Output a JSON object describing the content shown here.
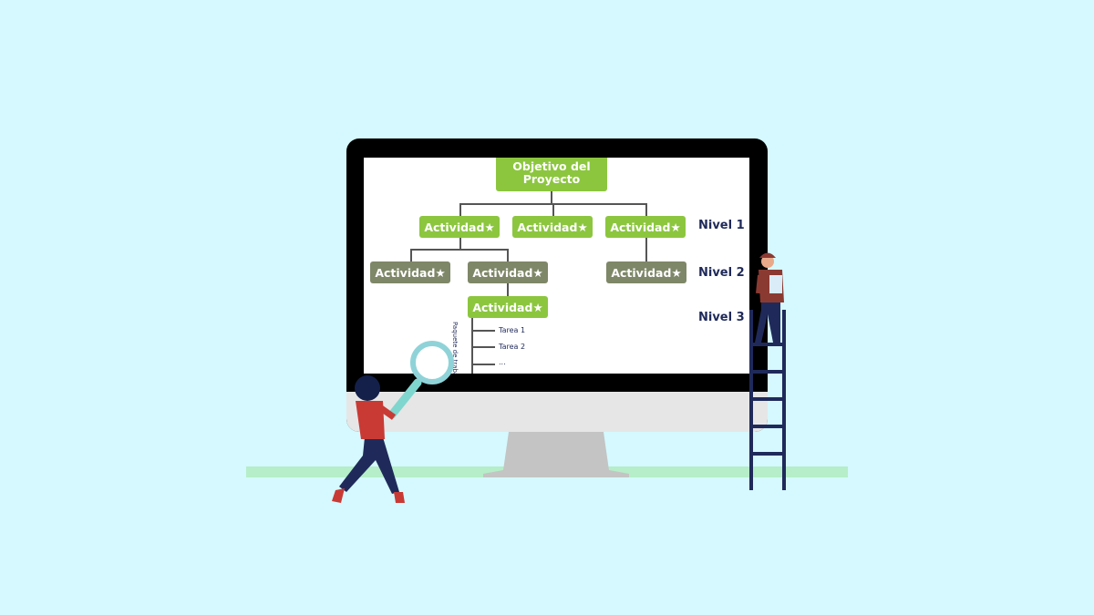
{
  "diagram": {
    "root": "Objetivo del Proyecto",
    "level1": [
      "Actividad",
      "Actividad",
      "Actividad"
    ],
    "level2": [
      "Actividad",
      "Actividad",
      "Actividad"
    ],
    "level3": [
      "Actividad"
    ],
    "star": "★",
    "levels": [
      "Nivel 1",
      "Nivel 2",
      "Nivel 3"
    ],
    "work_package_label": "Paquete de trabajo",
    "tasks": [
      "Tarea 1",
      "Tarea 2",
      "..."
    ]
  },
  "colors": {
    "background": "#d5f9fe",
    "level_green": "#8cc63f",
    "level_olive": "#7e8768",
    "floor": "#b5eec8"
  }
}
